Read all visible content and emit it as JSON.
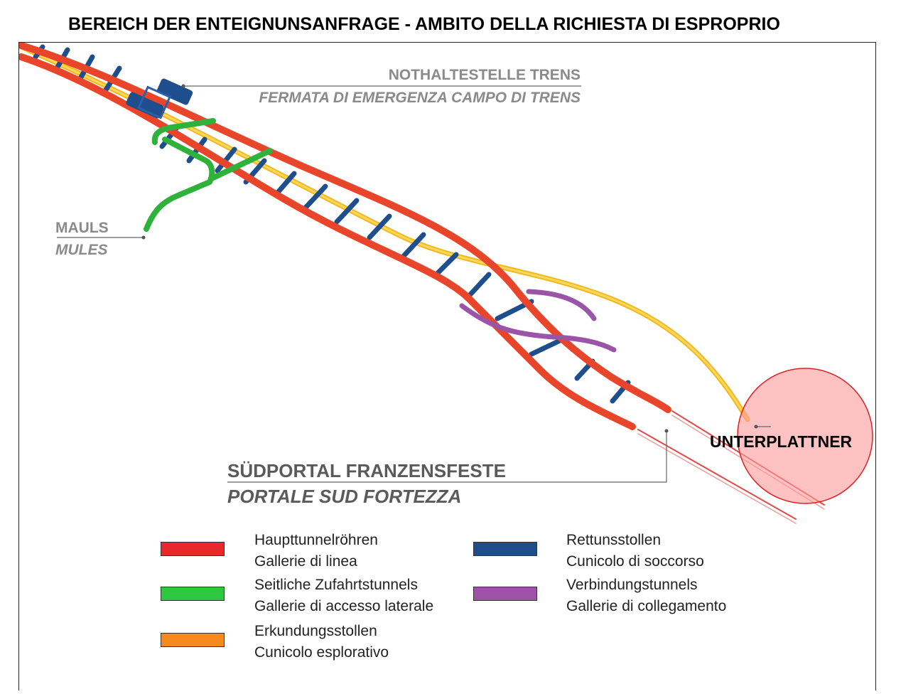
{
  "title": "BEREICH DER ENTEIGNUNSANFRAGE - AMBITO DELLA RICHIESTA DI ESPROPRIO",
  "labels": {
    "nothalt_de": "NOTHALTESTELLE TRENS",
    "nothalt_it": "FERMATA DI EMERGENZA CAMPO DI TRENS",
    "mauls_de": "MAULS",
    "mauls_it": "MULES",
    "portal_de": "SÜDPORTAL FRANZENSFESTE",
    "portal_it": "PORTALE SUD FORTEZZA",
    "place": "UNTERPLATTNER"
  },
  "legend": [
    {
      "de": "Haupttunnelröhren",
      "it": "Gallerie di linea",
      "color": "#e8282b"
    },
    {
      "de": "Seitliche Zufahrtstunnels",
      "it": "Gallerie di accesso laterale",
      "color": "#2ec840"
    },
    {
      "de": "Erkundungsstollen",
      "it": "Cunicolo esplorativo",
      "color": "#f78a1f"
    },
    {
      "de": "Rettunsstollen",
      "it": "Cunicolo di soccorso",
      "color": "#1f4e8c"
    },
    {
      "de": "Verbindungstunnels",
      "it": "Gallerie di collegamento",
      "color": "#a052a8"
    }
  ],
  "colors": {
    "main_tunnel": "#e8452b",
    "access_tunnel": "#2fb23c",
    "exploratory": "#f2c53a",
    "rescue": "#1f4e8c",
    "connecting": "#9a55a8",
    "highlight_circle": "#ff6b6b"
  }
}
